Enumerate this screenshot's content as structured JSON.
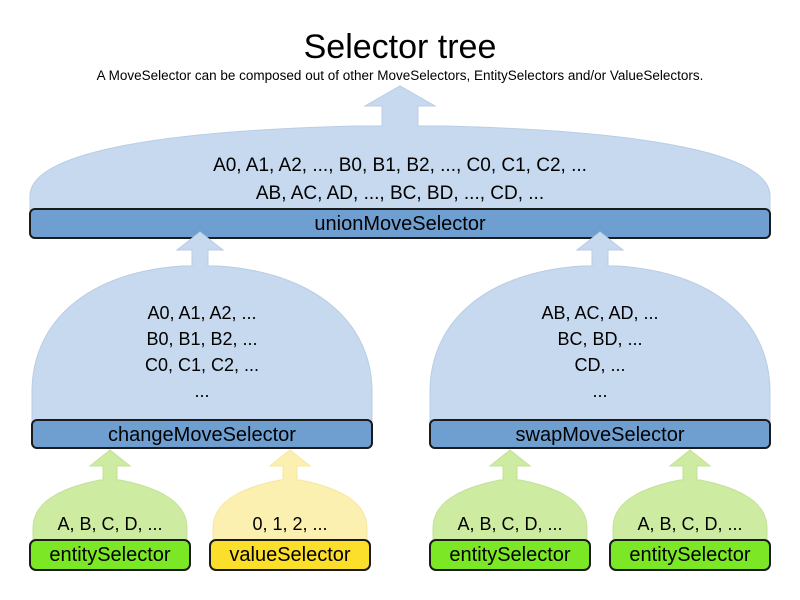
{
  "header": {
    "title": "Selector tree",
    "subtitle": "A MoveSelector can be composed out of other MoveSelectors, EntitySelectors and/or ValueSelectors."
  },
  "colors": {
    "dome_blue": "#c6d9ef",
    "bar_blue": "#6f9fd0",
    "dome_green": "#cdeca2",
    "bar_green": "#7ce825",
    "dome_yellow": "#fcf0b0",
    "bar_yellow": "#fcdf2a",
    "outline": "#1b1b1b",
    "dome_outline": "#b8cde4",
    "background": "#ffffff"
  },
  "chart_data": {
    "type": "diagram",
    "title": "Selector tree",
    "subtitle": "A MoveSelector can be composed out of other MoveSelectors, EntitySelectors and/or ValueSelectors.",
    "layout": "bottom-up tree, arrows point upward from children to parents",
    "levels": [
      {
        "level": 0,
        "nodes": [
          "unionMoveSelector"
        ]
      },
      {
        "level": 1,
        "nodes": [
          "changeMoveSelector",
          "swapMoveSelector"
        ]
      },
      {
        "level": 2,
        "nodes": [
          "entitySelector",
          "valueSelector",
          "entitySelector",
          "entitySelector"
        ]
      }
    ],
    "edges": [
      {
        "from": "changeMoveSelector",
        "to": "unionMoveSelector"
      },
      {
        "from": "swapMoveSelector",
        "to": "unionMoveSelector"
      },
      {
        "from": "entitySelector-1",
        "to": "changeMoveSelector"
      },
      {
        "from": "valueSelector-1",
        "to": "changeMoveSelector"
      },
      {
        "from": "entitySelector-2",
        "to": "swapMoveSelector"
      },
      {
        "from": "entitySelector-3",
        "to": "swapMoveSelector"
      }
    ]
  },
  "nodes": {
    "union": {
      "label": "unionMoveSelector",
      "kind": "move-selector",
      "lines": [
        "A0, A1, A2, ..., B0, B1, B2, ..., C0, C1, C2, ...",
        "AB, AC, AD, ..., BC, BD, ..., CD, ..."
      ]
    },
    "change": {
      "label": "changeMoveSelector",
      "kind": "move-selector",
      "lines": [
        "A0, A1, A2, ...",
        "B0, B1, B2, ...",
        "C0, C1, C2, ...",
        "..."
      ]
    },
    "swap": {
      "label": "swapMoveSelector",
      "kind": "move-selector",
      "lines": [
        "AB, AC, AD, ...",
        "BC, BD, ...",
        "CD, ...",
        "..."
      ]
    },
    "entity1": {
      "label": "entitySelector",
      "kind": "entity-selector",
      "lines": [
        "A, B, C, D, ..."
      ]
    },
    "value1": {
      "label": "valueSelector",
      "kind": "value-selector",
      "lines": [
        "0, 1, 2, ..."
      ]
    },
    "entity2": {
      "label": "entitySelector",
      "kind": "entity-selector",
      "lines": [
        "A, B, C, D, ..."
      ]
    },
    "entity3": {
      "label": "entitySelector",
      "kind": "entity-selector",
      "lines": [
        "A, B, C, D, ..."
      ]
    }
  }
}
